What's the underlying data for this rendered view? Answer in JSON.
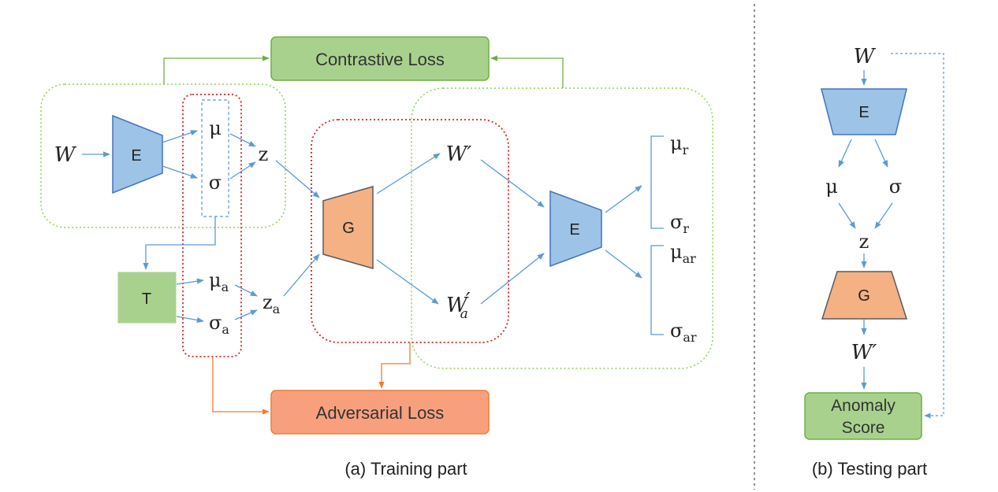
{
  "training": {
    "caption": "(a) Training part",
    "contrastive_loss": "Contrastive Loss",
    "adversarial_loss": "Adversarial Loss",
    "input_w": "W",
    "encoder": "E",
    "mu": "μ",
    "sigma": "σ",
    "z": "z",
    "transform": "T",
    "mu_a": {
      "base": "μ",
      "sub": "a"
    },
    "sigma_a": {
      "base": "σ",
      "sub": "a"
    },
    "z_a": {
      "base": "z",
      "sub": "a"
    },
    "generator": "G",
    "w_prime": "W′",
    "w_a_prime": {
      "base": "W",
      "sub": "a",
      "prime": "′"
    },
    "encoder2": "E",
    "mu_r": {
      "base": "μ",
      "sub": "r"
    },
    "sigma_r": {
      "base": "σ",
      "sub": "r"
    },
    "mu_ar": {
      "base": "μ",
      "sub": "ar"
    },
    "sigma_ar": {
      "base": "σ",
      "sub": "ar"
    }
  },
  "testing": {
    "caption": "(b) Testing part",
    "input_w": "W",
    "encoder": "E",
    "mu": "μ",
    "sigma": "σ",
    "z": "z",
    "generator": "G",
    "w_prime": "W′",
    "anomaly_line1": "Anomaly",
    "anomaly_line2": "Score"
  },
  "colors": {
    "encoder_fill": "#9dc3e6",
    "encoder_stroke": "#4472c4",
    "generator_fill": "#f4b183",
    "generator_stroke": "#5b5b5b",
    "transform_fill": "#a9d18e",
    "contrastive_fill": "#a9d18e",
    "contrastive_stroke": "#70ad47",
    "adversarial_fill": "#f8a07e",
    "adversarial_stroke": "#ed7d31",
    "arrow_blue": "#5b9bd5",
    "arrow_green": "#70ad47",
    "arrow_orange": "#ed7d31",
    "dotted_green": "#92d050",
    "dotted_red": "#e02020",
    "divider": "#555555"
  }
}
